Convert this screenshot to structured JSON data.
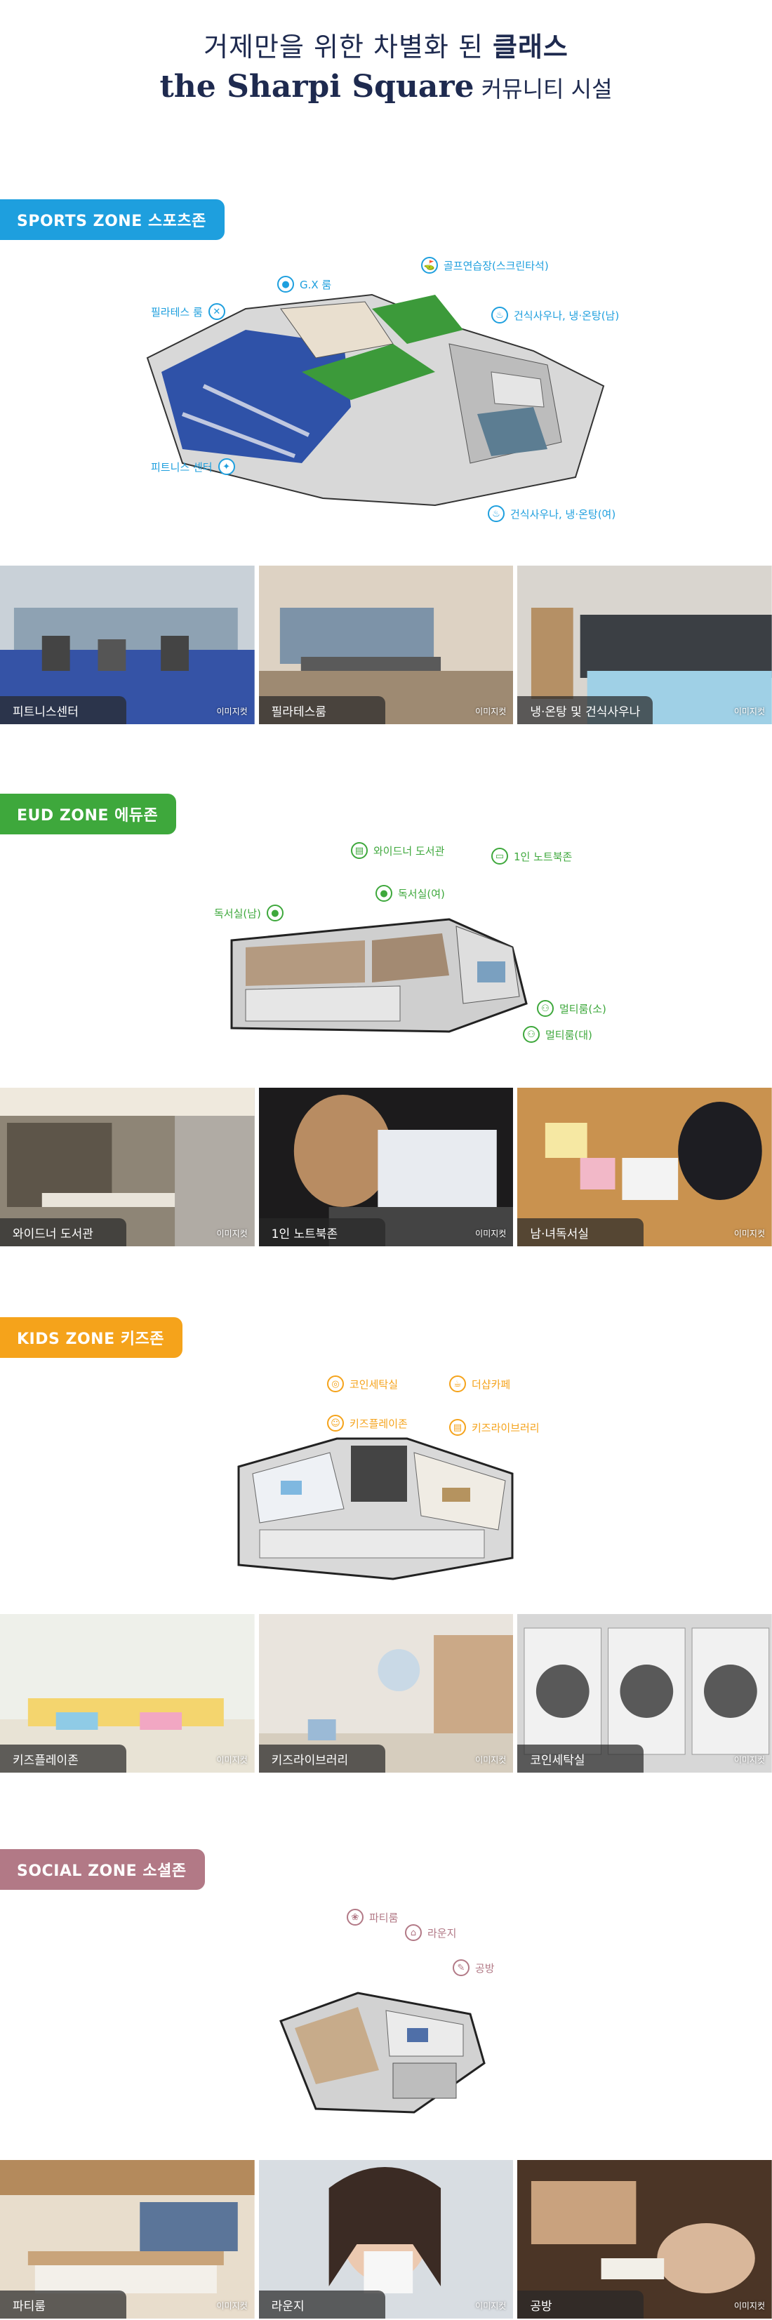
{
  "hero": {
    "line1_regular": "거제만을 위한 차별화 된 ",
    "line1_bold": "클래스",
    "brand": "the Sharpi Square",
    "subtitle": " 커뮤니티 시설"
  },
  "colors": {
    "sports": "#1e9fde",
    "eud": "#3ea83c",
    "kids": "#f5a31b",
    "social": "#b27986",
    "navy": "#1e2a4f"
  },
  "image_tag": "이미지컷",
  "zones": [
    {
      "label": "SPORTS ZONE 스포츠존",
      "callouts": [
        "G.X 룸",
        "골프연습장(스크린타석)",
        "필라테스 룸",
        "건식사우나, 냉·온탕(남)",
        "피트니스 센터",
        "건식사우나, 냉·온탕(여)"
      ],
      "photos": [
        "피트니스센터",
        "필라테스룸",
        "냉·온탕 및 건식사우나"
      ]
    },
    {
      "label": "EUD ZONE 에듀존",
      "callouts": [
        "와이드너 도서관",
        "1인 노트북존",
        "독서실(여)",
        "독서실(남)",
        "멀티룸(소)",
        "멀티룸(대)"
      ],
      "photos": [
        "와이드너 도서관",
        "1인 노트북존",
        "남·녀독서실"
      ]
    },
    {
      "label": "KIDS ZONE 키즈존",
      "callouts": [
        "코인세탁실",
        "더샵카페",
        "키즈플레이존",
        "키즈라이브러리"
      ],
      "photos": [
        "키즈플레이존",
        "키즈라이브러리",
        "코인세탁실"
      ]
    },
    {
      "label": "SOCIAL ZONE 소셜존",
      "callouts": [
        "파티룸",
        "라운지",
        "공방"
      ],
      "photos": [
        "파티룸",
        "라운지",
        "공방"
      ]
    }
  ]
}
